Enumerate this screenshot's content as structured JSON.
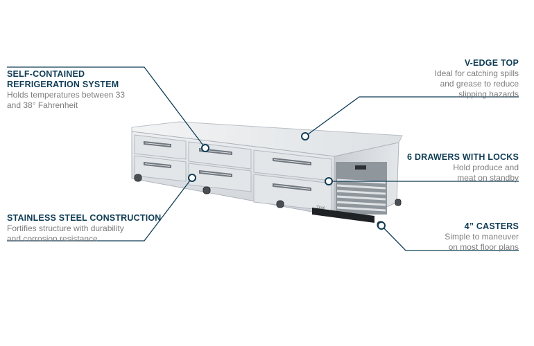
{
  "callouts": {
    "refrigeration": {
      "title_line1": "SELF-CONTAINED",
      "title_line2": "REFRIGERATION SYSTEM",
      "desc_line1": "Holds temperatures between 33",
      "desc_line2": "and 38° Fahrenheit"
    },
    "vedge": {
      "title": "V-EDGE TOP",
      "desc_line1": "Ideal for catching spills",
      "desc_line2": "and grease to reduce",
      "desc_line3": "slipping hazards"
    },
    "drawers": {
      "title": "6 DRAWERS WITH LOCKS",
      "desc_line1": "Hold produce and",
      "desc_line2": "meat on standby"
    },
    "stainless": {
      "title": "STAINLESS STEEL CONSTRUCTION",
      "desc_line1": "Fortifies structure with durability",
      "desc_line2": "and corrosion resistance"
    },
    "casters": {
      "title": "4” CASTERS",
      "desc_line1": "Simple to maneuver",
      "desc_line2": "on most floor plans"
    }
  },
  "product": {
    "logo_text": "True"
  },
  "colors": {
    "title": "#0f3c55",
    "line": "#0f3c55",
    "desc": "#7d7d7d",
    "steel_light": "#e8ebee",
    "steel_mid": "#cfd4d9",
    "steel_dark": "#9aa1a8"
  }
}
